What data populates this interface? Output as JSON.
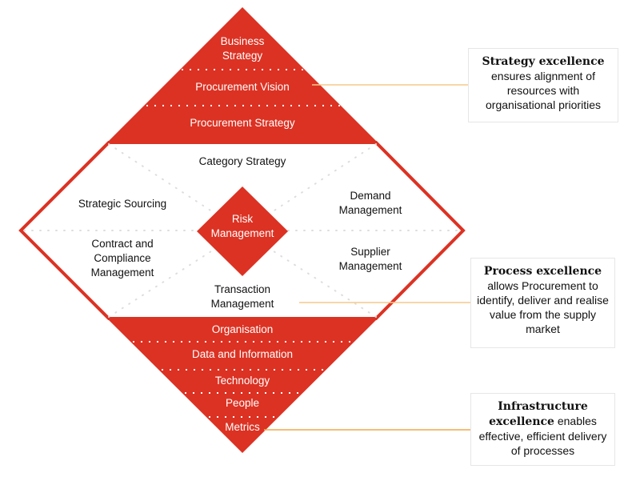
{
  "colors": {
    "red": "#dc3223",
    "connector": "#f7c88a",
    "text": "#111111",
    "dot": "#dddddd"
  },
  "top_band": {
    "items": [
      {
        "label": "Business\nStrategy"
      },
      {
        "label": "Procurement Vision"
      },
      {
        "label": "Procurement Strategy"
      }
    ]
  },
  "middle": {
    "category_strategy": "Category Strategy",
    "strategic_sourcing": "Strategic Sourcing",
    "demand_management": [
      "Demand",
      "Management"
    ],
    "risk_management": [
      "Risk",
      "Management"
    ],
    "contract_compliance": [
      "Contract and",
      "Compliance",
      "Management"
    ],
    "supplier_management": [
      "Supplier",
      "Management"
    ],
    "transaction_management": [
      "Transaction",
      "Management"
    ]
  },
  "bottom_band": {
    "items": [
      "Organisation",
      "Data and Information",
      "Technology",
      "People",
      "Metrics"
    ]
  },
  "callouts": [
    {
      "title": "Strategy excellence",
      "body": "ensures alignment of resources with organisational priorities"
    },
    {
      "title": "Process excellence",
      "body": "allows Procurement to identify, deliver and realise value from the supply market"
    },
    {
      "title": "Infrastructure excellence",
      "body": "enables effective, efficient delivery of processes"
    }
  ]
}
